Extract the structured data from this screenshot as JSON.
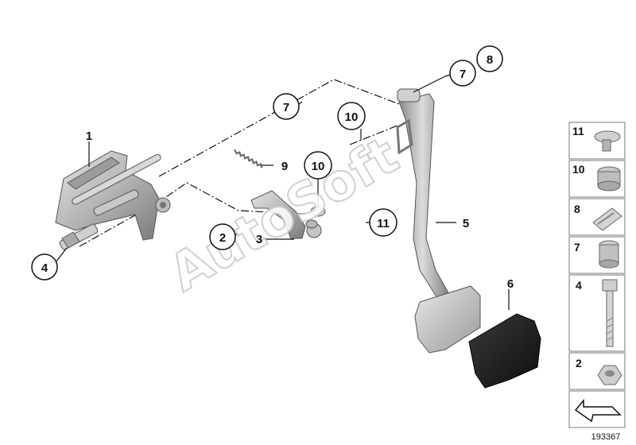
{
  "watermark": "AutoSoft",
  "diagram_ref": "193367",
  "callouts": {
    "c1": "1",
    "c2": "2",
    "c3": "3",
    "c4": "4",
    "c5": "5",
    "c6": "6",
    "c7a": "7",
    "c7b": "7",
    "c8": "8",
    "c9": "9",
    "c10a": "10",
    "c10b": "10",
    "c11": "11"
  },
  "sidebar": {
    "items": [
      {
        "label": "11",
        "icon": "cap-clip-icon"
      },
      {
        "label": "10",
        "icon": "bushing-icon"
      },
      {
        "label": "8",
        "icon": "spring-clip-icon"
      },
      {
        "label": "7",
        "icon": "sleeve-icon"
      },
      {
        "label": "4",
        "icon": "hex-bolt-icon"
      },
      {
        "label": "2",
        "icon": "hex-nut-icon"
      }
    ],
    "arrow_icon": "navigation-arrow-icon"
  },
  "colors": {
    "metal_light": "#d4d4d4",
    "metal_mid": "#a8a8a8",
    "metal_dark": "#6e6e6e",
    "pad_black": "#1e1e1e",
    "line": "#111111"
  }
}
